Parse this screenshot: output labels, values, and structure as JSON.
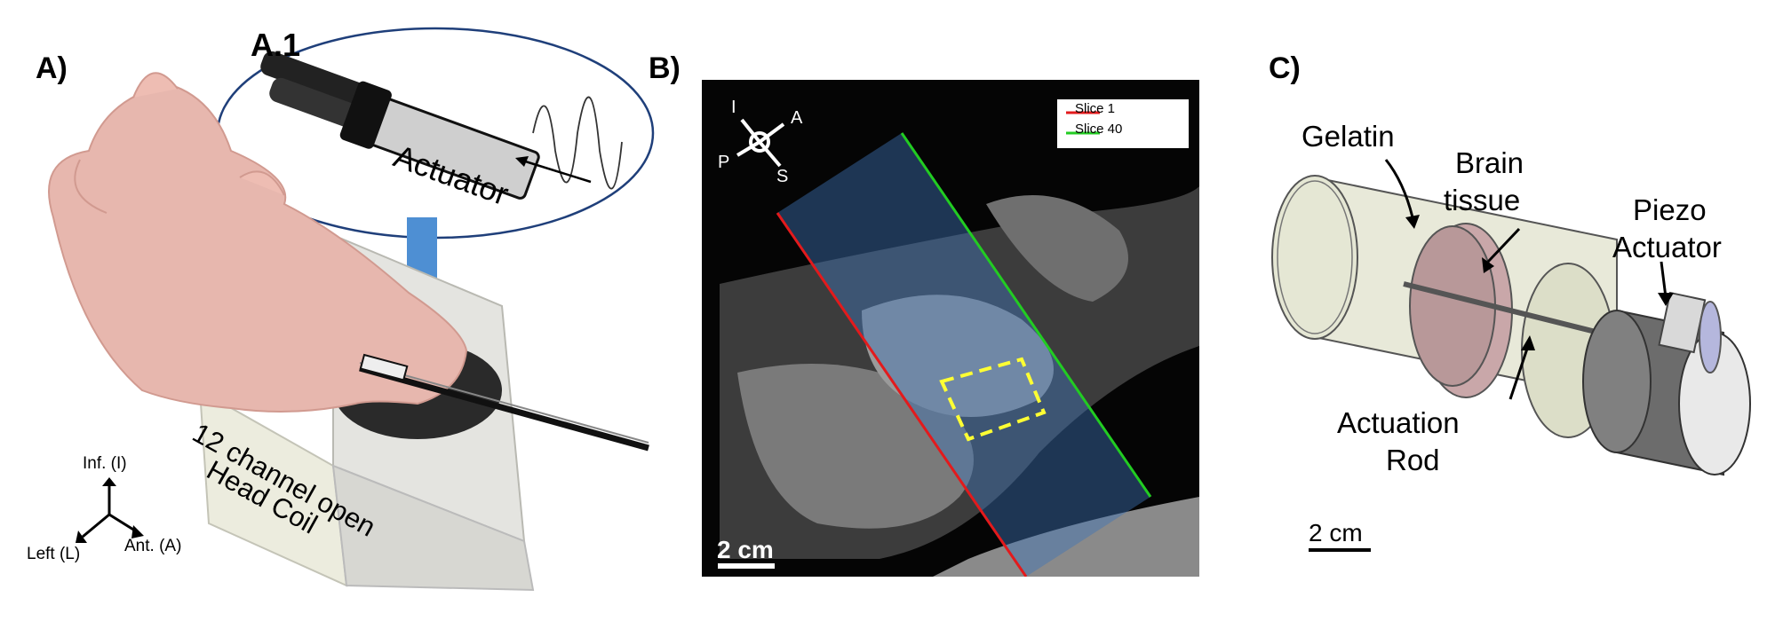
{
  "panels": {
    "a": {
      "letter": "A)",
      "inset_label": "A.1",
      "actuator_label": "Actuator",
      "coil_label_line1": "12 channel open",
      "coil_label_line2": "Head Coil",
      "axis_inf": "Inf. (I)",
      "axis_left": "Left (L)",
      "axis_ant": "Ant. (A)"
    },
    "b": {
      "letter": "B)",
      "legend": [
        {
          "label": "Slice 1",
          "color": "#e31a1c"
        },
        {
          "label": "Slice 40",
          "color": "#22cc22"
        }
      ],
      "orient_i": "I",
      "orient_a": "A",
      "orient_p": "P",
      "orient_s": "S",
      "scalebar": "2 cm",
      "roi_color": "#ffff33"
    },
    "c": {
      "letter": "C)",
      "gelatin": "Gelatin",
      "brain_line1": "Brain",
      "brain_line2": "tissue",
      "piezo_line1": "Piezo",
      "piezo_line2": "Actuator",
      "rod_line1": "Actuation",
      "rod_line2": "Rod",
      "scalebar": "2 cm"
    }
  }
}
